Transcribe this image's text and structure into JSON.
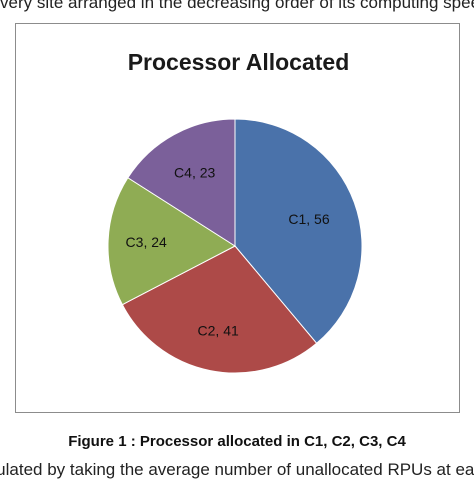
{
  "page": {
    "top_text": "very site arranged in the decreasing order of its computing speed",
    "caption": "Figure 1 : Processor allocated in C1, C2, C3, C4",
    "bottom_text": "culated by taking the average number of unallocated RPUs at each"
  },
  "chart_data": {
    "type": "pie",
    "title": "Processor Allocated",
    "categories": [
      "C1",
      "C2",
      "C3",
      "C4"
    ],
    "values": [
      56,
      41,
      24,
      23
    ],
    "data_labels": [
      "C1, 56",
      "C2, 41",
      "C3, 24",
      "C4, 23"
    ],
    "colors": [
      "#4a72aa",
      "#ad4a48",
      "#8fac54",
      "#7b609a"
    ],
    "start": "12 o'clock",
    "direction": "clockwise",
    "legend": "none"
  }
}
